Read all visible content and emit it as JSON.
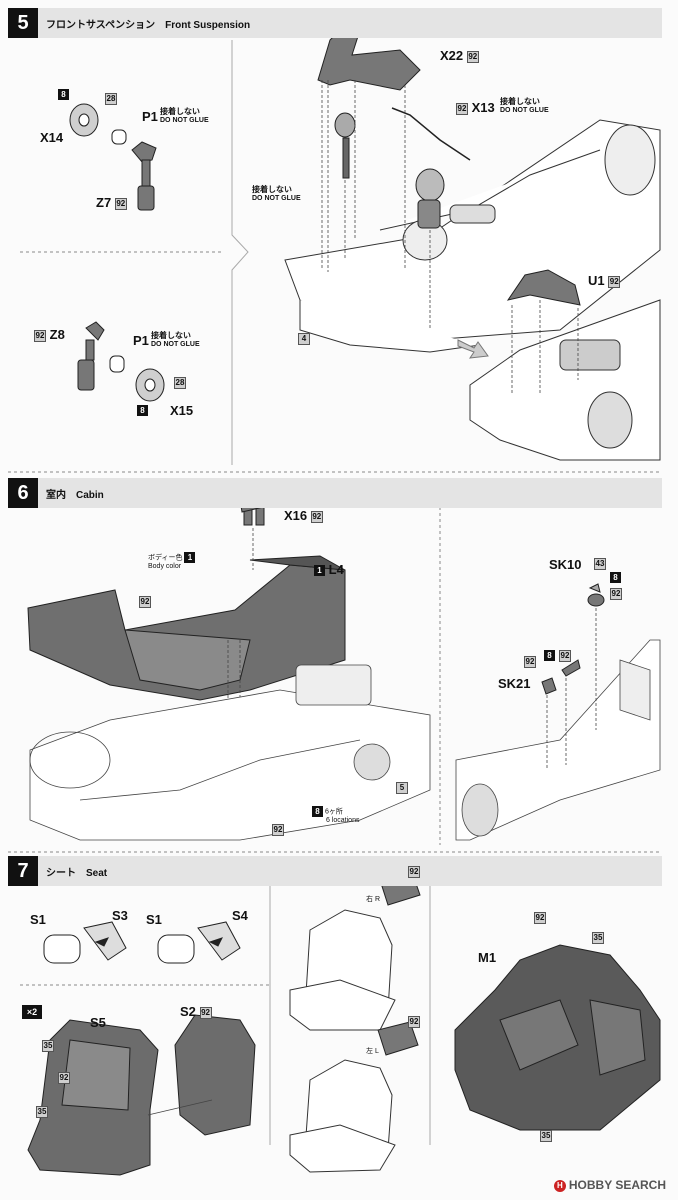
{
  "steps": [
    {
      "number": "5",
      "title_jp": "フロントサスペンション",
      "title_en": "Front Suspension"
    },
    {
      "number": "6",
      "title_jp": "室内",
      "title_en": "Cabin"
    },
    {
      "number": "7",
      "title_jp": "シート",
      "title_en": "Seat"
    }
  ],
  "parts": {
    "x14": "X14",
    "z7": "Z7",
    "p1": "P1",
    "p1b": "P1",
    "z8": "Z8",
    "x15": "X15",
    "x22": "X22",
    "x13": "X13",
    "u1": "U1",
    "x16": "X16",
    "l4": "L4",
    "sk10": "SK10",
    "sk21": "SK21",
    "s1a": "S1",
    "s3": "S3",
    "s1b": "S1",
    "s4": "S4",
    "s5": "S5",
    "s2": "S2",
    "m1": "M1"
  },
  "colors": {
    "c8": "8",
    "c28": "28",
    "c92": "92",
    "c1": "1",
    "c43": "43",
    "c35": "35"
  },
  "refs": {
    "ref4": "4",
    "ref5": "5",
    "x2": "×2"
  },
  "labels": {
    "do_not_glue_jp": "接着しない",
    "do_not_glue_en": "DO NOT GLUE",
    "body_color_jp": "ボディー色",
    "body_color_en": "Body color",
    "six_loc_jp": "6ヶ所",
    "six_loc_en": "6 locations",
    "right_jp": "右",
    "right_en": "R",
    "left_jp": "左",
    "left_en": "L"
  },
  "watermark": "HOBBY SEARCH"
}
